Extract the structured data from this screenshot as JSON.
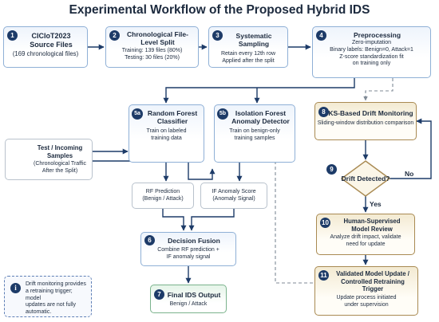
{
  "title": "Experimental Workflow of the Proposed Hybrid IDS",
  "nodes": {
    "n1": {
      "badge": "1",
      "title": "CICIoT2023 Source Files",
      "subtitle": "(169 chronological files)"
    },
    "n2": {
      "badge": "2",
      "title": "Chronological File-Level Split",
      "line1": "Training: 139 files (80%)",
      "line2": "Testing: 30 files (20%)"
    },
    "n3": {
      "badge": "3",
      "title": "Systematic Sampling",
      "line1": "Retain every 12th row",
      "line2": "Applied after the split"
    },
    "n4": {
      "badge": "4",
      "title": "Preprocessing",
      "line1": "Zero-imputation",
      "line2": "Binary labels: Benign=0, Attack=1",
      "line3": "Z-score standardization fit",
      "line4": "on training only"
    },
    "n5a": {
      "badge": "5a",
      "title": "Random Forest Classifier",
      "line1": "Train on labeled",
      "line2": "training data"
    },
    "n5b": {
      "badge": "5b",
      "title": "Isolation Forest Anomaly Detector",
      "line1": "Train on benign-only",
      "line2": "training samples"
    },
    "test": {
      "title": "Test / Incoming Samples",
      "line1": "(Chronological Traffic",
      "line2": "After the Split)"
    },
    "rf_pred": {
      "line1": "RF Prediction",
      "line2": "(Benign / Attack)"
    },
    "if_score": {
      "line1": "IF Anomaly Score",
      "line2": "(Anomaly Signal)"
    },
    "n6": {
      "badge": "6",
      "title": "Decision Fusion",
      "line1": "Combine RF prediction +",
      "line2": "IF anomaly signal"
    },
    "n7": {
      "badge": "7",
      "title": "Final IDS Output",
      "line1": "Benign / Attack"
    },
    "n8": {
      "badge": "8",
      "title": "KS-Based Drift Monitoring",
      "line1": "Sliding-window distribution comparison"
    },
    "n9": {
      "badge": "9",
      "title": "Drift Detected?",
      "yes": "Yes",
      "no": "No"
    },
    "n10": {
      "badge": "10",
      "title": "Human-Supervised Model Review",
      "line1": "Analyze drift impact, validate",
      "line2": "need for update"
    },
    "n11": {
      "badge": "11",
      "title": "Validated Model Update / Controlled Retraining Trigger",
      "line1": "Update process initiated",
      "line2": "under supervision"
    }
  },
  "note": {
    "icon": "info-icon",
    "line1": "Drift monitoring provides",
    "line2": "a retraining trigger; model",
    "line3": "updates are not fully",
    "line4": "automatic."
  },
  "colors": {
    "navy": "#1d3b68",
    "blue_border": "#8fb0d6",
    "gold_border": "#a98a52",
    "green_border": "#7bb38d",
    "dashed": "#7f8a96"
  }
}
